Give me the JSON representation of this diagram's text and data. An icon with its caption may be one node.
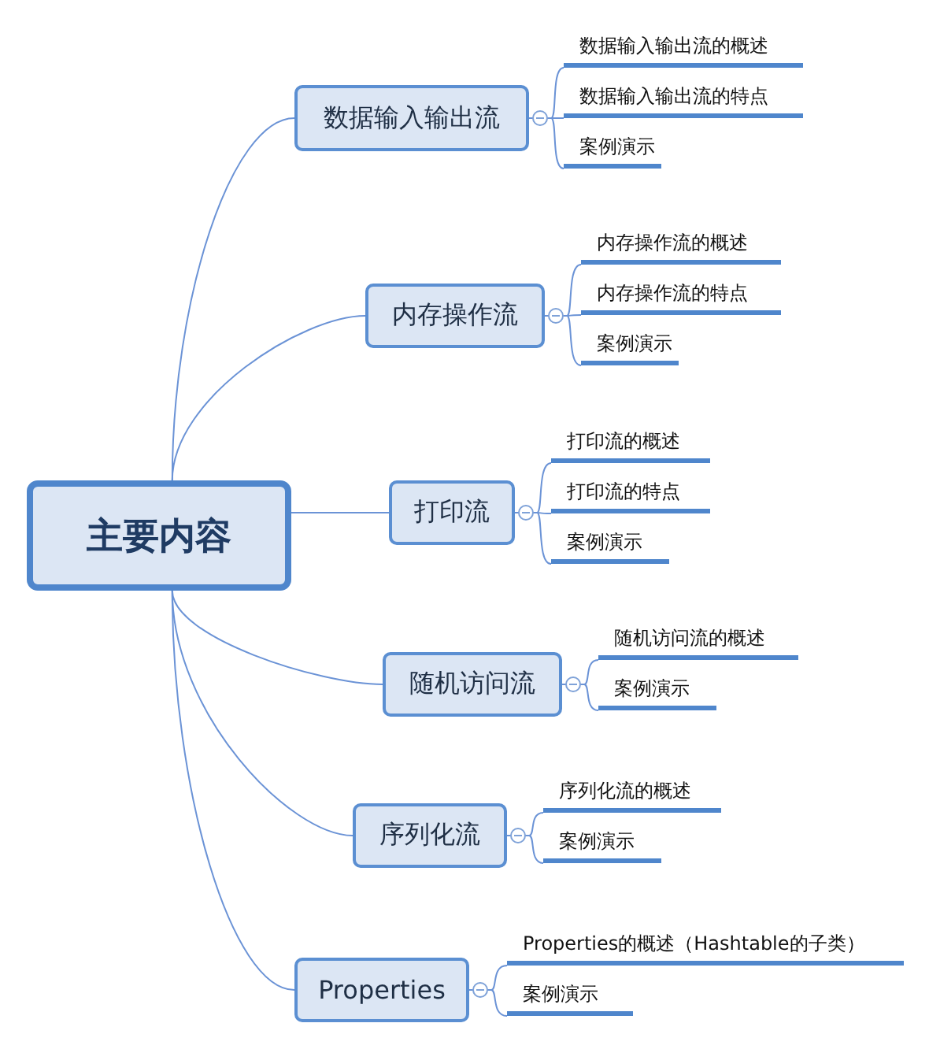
{
  "diagram": {
    "nodes": [
      {
        "text": [
          "主要内容"
        ]
      },
      {
        "text": [
          "数据输入输出流"
        ]
      },
      {
        "text": [
          "数据输入输出流的概述"
        ]
      },
      {
        "text": [
          "数据输入输出流的特点"
        ]
      },
      {
        "text": [
          "案例演示"
        ]
      },
      {
        "text": [
          "内存操作流"
        ]
      },
      {
        "text": [
          "内存操作流的概述"
        ]
      },
      {
        "text": [
          "内存操作流的特点"
        ]
      },
      {
        "text": [
          "案例演示"
        ]
      },
      {
        "text": [
          "打印流"
        ]
      },
      {
        "text": [
          "打印流的概述"
        ]
      },
      {
        "text": [
          "打印流的特点"
        ]
      },
      {
        "text": [
          "案例演示"
        ]
      },
      {
        "text": [
          "随机访问流"
        ]
      },
      {
        "text": [
          "随机访问流的概述"
        ]
      },
      {
        "text": [
          "案例演示"
        ]
      },
      {
        "text": [
          "序列化流"
        ]
      },
      {
        "text": [
          "序列化流的概述"
        ]
      },
      {
        "text": [
          "案例演示"
        ]
      },
      {
        "text": [
          "Properties"
        ]
      },
      {
        "text": [
          "Properties的概述（Hashtable的子类）"
        ]
      },
      {
        "text": [
          "案例演示"
        ]
      }
    ],
    "edges": [
      {
        "from": 0,
        "to": 1,
        "arrow": "none"
      },
      {
        "from": 1,
        "to": 2,
        "arrow": "none"
      },
      {
        "from": 1,
        "to": 3,
        "arrow": "none"
      },
      {
        "from": 1,
        "to": 4,
        "arrow": "none"
      },
      {
        "from": 0,
        "to": 5,
        "arrow": "none"
      },
      {
        "from": 5,
        "to": 6,
        "arrow": "none"
      },
      {
        "from": 5,
        "to": 7,
        "arrow": "none"
      },
      {
        "from": 5,
        "to": 8,
        "arrow": "none"
      },
      {
        "from": 0,
        "to": 9,
        "arrow": "none"
      },
      {
        "from": 9,
        "to": 10,
        "arrow": "none"
      },
      {
        "from": 9,
        "to": 11,
        "arrow": "none"
      },
      {
        "from": 9,
        "to": 12,
        "arrow": "none"
      },
      {
        "from": 0,
        "to": 13,
        "arrow": "none"
      },
      {
        "from": 13,
        "to": 14,
        "arrow": "none"
      },
      {
        "from": 13,
        "to": 15,
        "arrow": "none"
      },
      {
        "from": 0,
        "to": 16,
        "arrow": "none"
      },
      {
        "from": 16,
        "to": 17,
        "arrow": "none"
      },
      {
        "from": 16,
        "to": 18,
        "arrow": "none"
      },
      {
        "from": 0,
        "to": 19,
        "arrow": "none"
      },
      {
        "from": 19,
        "to": 20,
        "arrow": "none"
      },
      {
        "from": 19,
        "to": 21,
        "arrow": "none"
      }
    ]
  }
}
